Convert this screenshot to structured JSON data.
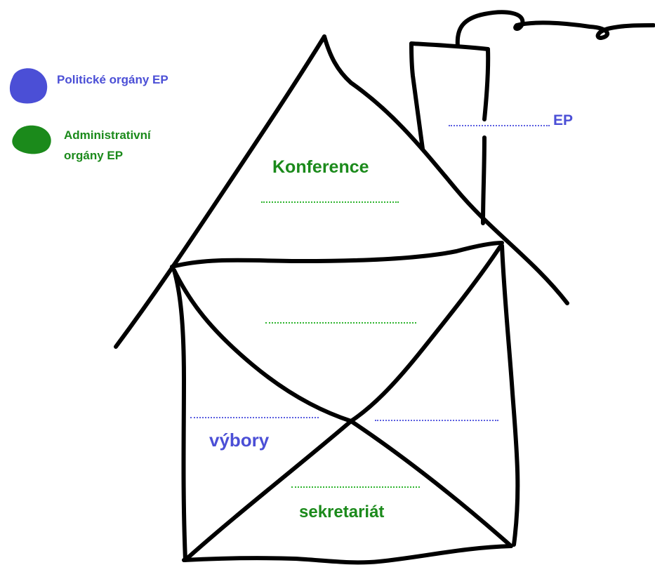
{
  "legend": {
    "political": {
      "label": "Politické orgány EP",
      "color": "#4b4fd6"
    },
    "administrative": {
      "label_line1": "Administrativní",
      "label_line2": "orgány EP",
      "color": "#1b8a1b"
    }
  },
  "house": {
    "roof_label": "Konference",
    "chimney_label": "EP",
    "committees_label": "výbory",
    "secretariat_label": "sekretariát"
  }
}
